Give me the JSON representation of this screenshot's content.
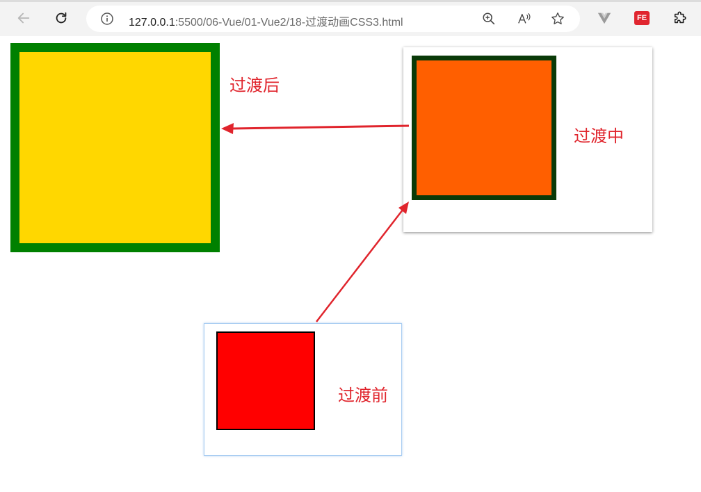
{
  "browser": {
    "url_host": "127.0.0.1",
    "url_rest": ":5500/06-Vue/01-Vue2/18-过渡动画CSS3.html",
    "extension_badge": "FE",
    "icons": {
      "back": "back-arrow-icon",
      "reload": "reload-icon",
      "info": "info-icon",
      "zoom": "zoom-in-icon",
      "read_aloud": "read-aloud-icon",
      "favorite": "star-icon",
      "vue_devtools": "vue-icon",
      "extensions": "puzzle-icon"
    }
  },
  "page": {
    "label_after": "过渡后",
    "label_during": "过渡中",
    "label_before": "过渡前"
  },
  "colors": {
    "after_fill": "#ffd700",
    "after_border": "#008000",
    "during_fill": "#ff5f00",
    "during_border": "#0a3a08",
    "before_fill": "#ff0000",
    "before_border": "#000000",
    "annotation": "#e0242c"
  }
}
